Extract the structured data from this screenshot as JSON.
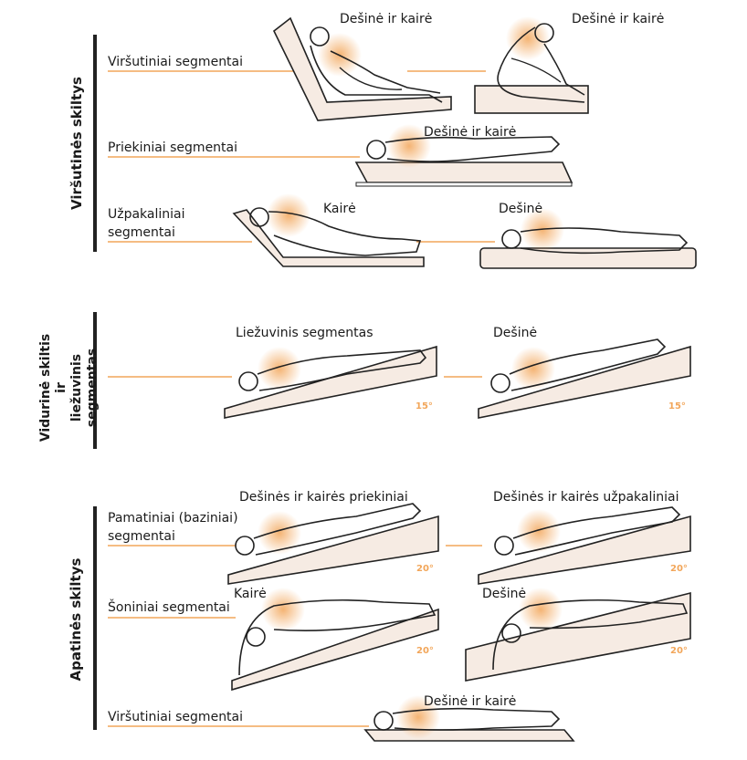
{
  "colors": {
    "accent": "#f2a65a",
    "ink": "#1a1a1a",
    "bed": "#f6ebe3"
  },
  "groups": {
    "upper": {
      "title": "Viršutinės skiltys"
    },
    "middle": {
      "title": "Vidurinė skiltis ir liežuvinis segmentas",
      "lines": [
        "Vidurinė skiltis ir",
        "liežuvinis",
        "segmentas"
      ]
    },
    "lower": {
      "title": "Apatinės skiltys"
    }
  },
  "segments": {
    "upper_apical": "Viršutiniai segmentai",
    "upper_anterior": "Priekiniai segmentai",
    "upper_posterior_l1": "Užpakaliniai",
    "upper_posterior_l2": "segmentai",
    "lower_basal_l1": "Pamatiniai (baziniai)",
    "lower_basal_l2": "segmentai",
    "lower_lateral": "Šoniniai segmentai",
    "lower_apical": "Viršutiniai segmentai"
  },
  "captions": {
    "c1": "Dešinė ir kairė",
    "c2": "Dešinė ir kairė",
    "c3": "Dešinė ir kairė",
    "c4": "Kairė",
    "c5": "Dešinė",
    "c6": "Liežuvinis segmentas",
    "c7": "Dešinė",
    "c8": "Dešinės ir kairės priekiniai",
    "c9": "Dešinės ir kairės užpakaliniai",
    "c10": "Kairė",
    "c11": "Dešinė",
    "c12": "Dešinė ir kairė"
  },
  "angles": {
    "a15": "15°",
    "a20": "20°"
  }
}
